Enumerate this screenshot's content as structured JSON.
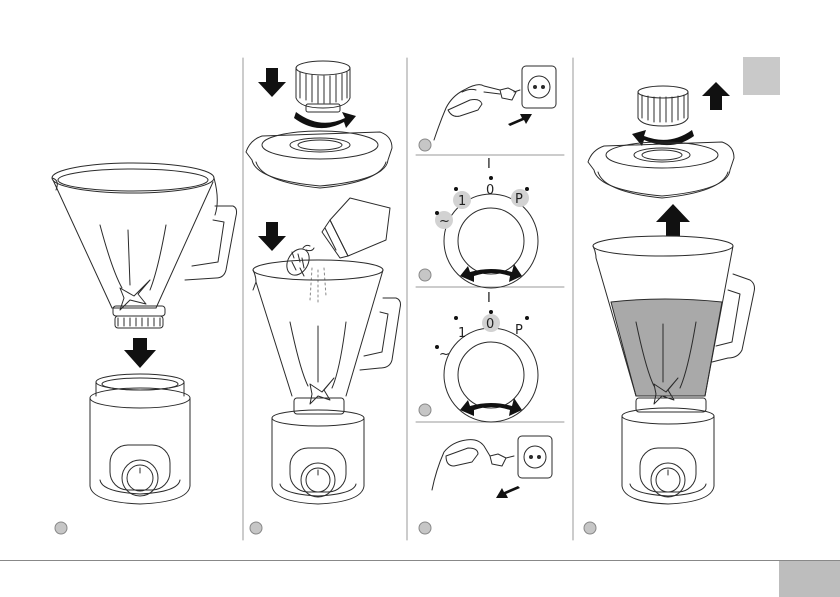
{
  "dial": {
    "zero": "0",
    "one": "1",
    "pulse": "P",
    "variable": "~",
    "indicator": "I"
  },
  "colors": {
    "stroke": "#2b2b2b",
    "highlight": "#d2d2d2",
    "liquid": "#a9a9a9",
    "arrow": "#111111",
    "badge": "#c6c6c6"
  }
}
